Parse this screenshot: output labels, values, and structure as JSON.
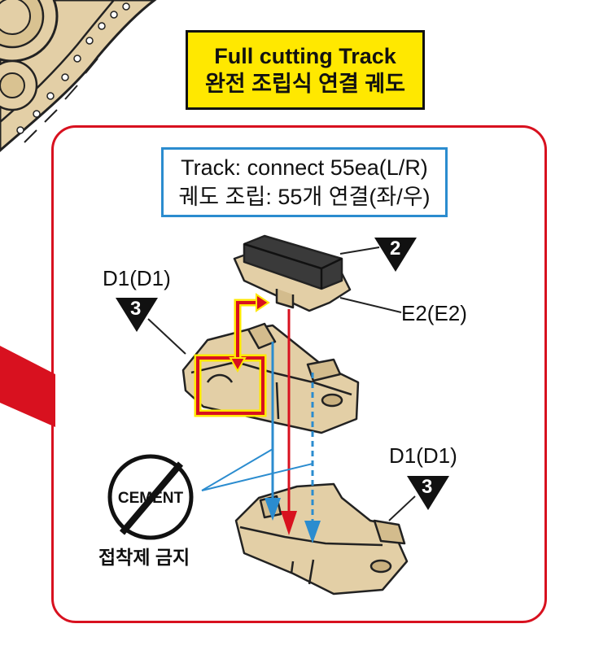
{
  "title": {
    "line1": "Full cutting Track",
    "line2": "완전 조립식 연결 궤도"
  },
  "instruction": {
    "line1": "Track: connect 55ea(L/R)",
    "line2": "궤도 조립: 55개 연결(좌/우)"
  },
  "parts": {
    "upper_track_label": "D1(D1)",
    "upper_track_step": "3",
    "pad_label": "E2(E2)",
    "pad_step": "2",
    "lower_track_label": "D1(D1)",
    "lower_track_step": "3"
  },
  "cement": {
    "word": "CEMENT",
    "caption": "접착제 금지"
  },
  "colors": {
    "panel_border": "#d8111f",
    "title_fill": "#ffe800",
    "instruction_border": "#2b8ccf",
    "track_link": "#e3cfa6",
    "pad": "#3a3a3a",
    "arrow_red": "#d8111f",
    "arrow_blue": "#2b8ccf",
    "highlight_yellow": "#ffe800"
  }
}
